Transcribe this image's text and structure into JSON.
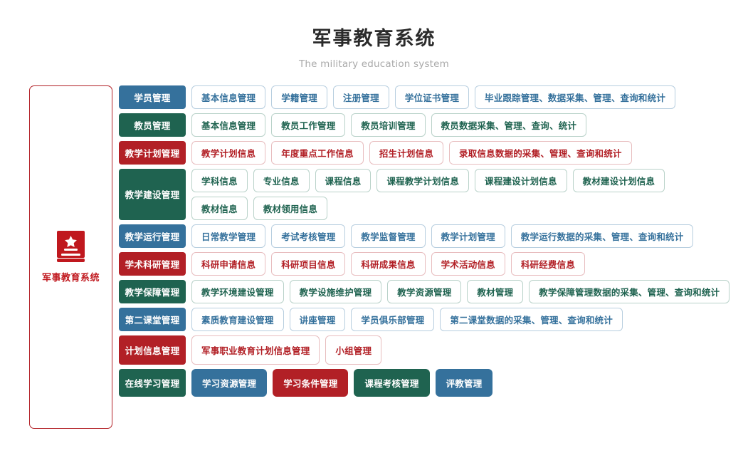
{
  "header": {
    "title": "军事教育系统",
    "subtitle": "The military education system"
  },
  "sidebar": {
    "icon": "book-star-icon",
    "label": "军事教育系统",
    "border_color": "#b22026"
  },
  "palette": {
    "blue": "#35719c",
    "green": "#1f6350",
    "red": "#b22026",
    "blue_border": "#b7cedf",
    "green_border": "#b9d2c9",
    "red_border": "#e8bdbf",
    "title_color": "#2b2b2b",
    "subtitle_color": "#a9a9a9"
  },
  "rows": [
    {
      "category": "学员管理",
      "color": "blue",
      "lines": [
        [
          "基本信息管理",
          "学籍管理",
          "注册管理",
          "学位证书管理",
          "毕业跟踪管理、数据采集、管理、查询和统计"
        ]
      ]
    },
    {
      "category": "教员管理",
      "color": "green",
      "lines": [
        [
          "基本信息管理",
          "教员工作管理",
          "教员培训管理",
          "教员数据采集、管理、查询、统计"
        ]
      ]
    },
    {
      "category": "教学计划管理",
      "color": "red",
      "lines": [
        [
          "教学计划信息",
          "年度重点工作信息",
          "招生计划信息",
          "录取信息数据的采集、管理、查询和统计"
        ]
      ]
    },
    {
      "category": "教学建设管理",
      "color": "green",
      "lines": [
        [
          "学科信息",
          "专业信息",
          "课程信息",
          "课程教学计划信息",
          "课程建设计划信息",
          "教材建设计划信息"
        ],
        [
          "教材信息",
          "教材领用信息"
        ]
      ]
    },
    {
      "category": "教学运行管理",
      "color": "blue",
      "lines": [
        [
          "日常教学管理",
          "考试考核管理",
          "教学监督管理",
          "教学计划管理",
          "教学运行数据的采集、管理、查询和统计"
        ]
      ]
    },
    {
      "category": "学术科研管理",
      "color": "red",
      "lines": [
        [
          "科研申请信息",
          "科研项目信息",
          "科研成果信息",
          "学术活动信息",
          "科研经费信息"
        ]
      ]
    },
    {
      "category": "教学保障管理",
      "color": "green",
      "lines": [
        [
          "教学环境建设管理",
          "教学设施维护管理",
          "教学资源管理",
          "教材管理",
          "教学保障管理数据的采集、管理、查询和统计"
        ]
      ]
    },
    {
      "category": "第二课堂管理",
      "color": "blue",
      "lines": [
        [
          "素质教育建设管理",
          "讲座管理",
          "学员俱乐部管理",
          "第二课堂数据的采集、管理、查询和统计"
        ]
      ]
    },
    {
      "category": "计划信息管理",
      "color": "red",
      "lines": [
        [
          "军事职业教育计划信息管理",
          "小组管理"
        ]
      ]
    },
    {
      "category": "在线学习管理",
      "color": "green",
      "filled_items": true,
      "lines": [
        [
          "学习资源管理",
          "学习条件管理",
          "课程考核管理",
          "评教管理"
        ]
      ],
      "item_colors": [
        "blue",
        "red",
        "green",
        "blue"
      ]
    }
  ]
}
